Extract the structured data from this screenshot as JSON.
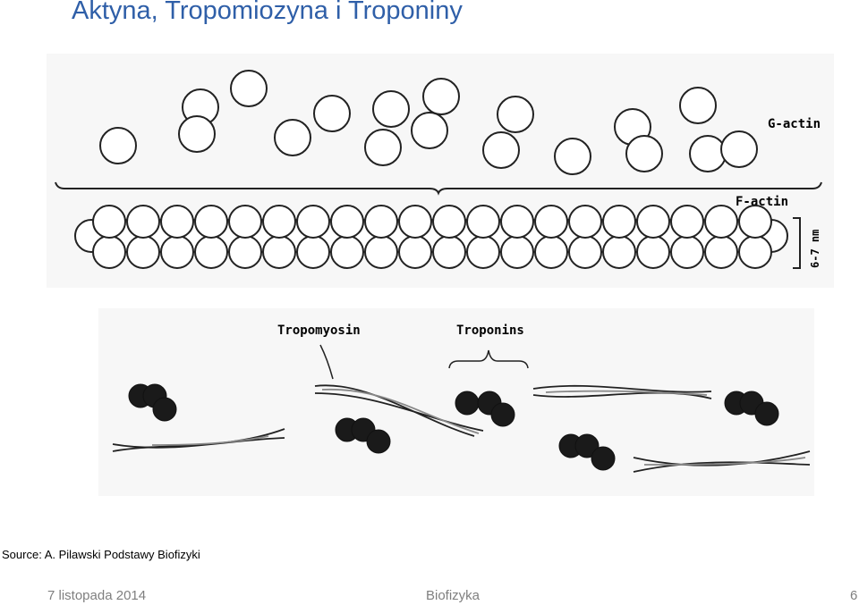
{
  "slide": {
    "title": "Aktyna, Tropomiozyna i Troponiny",
    "source": "Source: A. Pilawski Podstawy Biofizyki",
    "footer_date": "7 listopada 2014",
    "footer_center": "Biofizyka",
    "page_number": "6"
  },
  "figure": {
    "labels": {
      "g_actin": "G-actin",
      "f_actin": "F-actin",
      "dimension": "6-7 nm",
      "tropomyosin": "Tropomyosin",
      "troponins": "Troponins"
    }
  }
}
